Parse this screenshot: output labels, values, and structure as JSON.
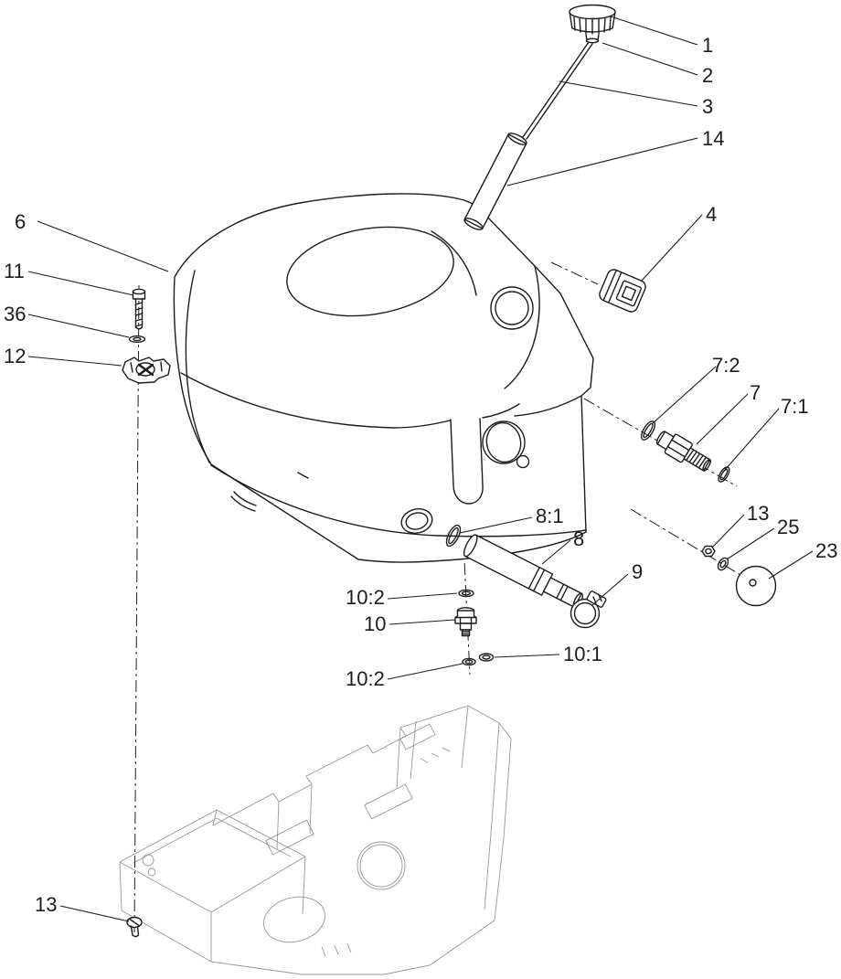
{
  "colors": {
    "line": "#1c1c1c",
    "phantom": "#979797",
    "background": "#ffffff"
  },
  "callouts": [
    {
      "part": "filler-cap",
      "label": "1"
    },
    {
      "part": "cap-stem",
      "label": "2"
    },
    {
      "part": "dipstick-rod",
      "label": "3"
    },
    {
      "part": "filler-tube",
      "label": "14"
    },
    {
      "part": "elbow-fitting",
      "label": "4"
    },
    {
      "part": "tank-body",
      "label": "6"
    },
    {
      "part": "bolt",
      "label": "11"
    },
    {
      "part": "washer",
      "label": "36"
    },
    {
      "part": "clamp-bracket",
      "label": "12"
    },
    {
      "part": "o-ring-outer",
      "label": "7:2"
    },
    {
      "part": "hose-fitting",
      "label": "7"
    },
    {
      "part": "o-ring-inner",
      "label": "7:1"
    },
    {
      "part": "o-ring-tube",
      "label": "8:1"
    },
    {
      "part": "suction-tube",
      "label": "8"
    },
    {
      "part": "nut",
      "label": "13"
    },
    {
      "part": "small-washer",
      "label": "25"
    },
    {
      "part": "end-cap",
      "label": "23"
    },
    {
      "part": "hose-clamp",
      "label": "9"
    },
    {
      "part": "o-ring-top",
      "label": "10:2"
    },
    {
      "part": "barb-fitting",
      "label": "10"
    },
    {
      "part": "o-ring-side",
      "label": "10:1"
    },
    {
      "part": "o-ring-bottom",
      "label": "10:2"
    },
    {
      "part": "mount-screw",
      "label": "13"
    }
  ]
}
